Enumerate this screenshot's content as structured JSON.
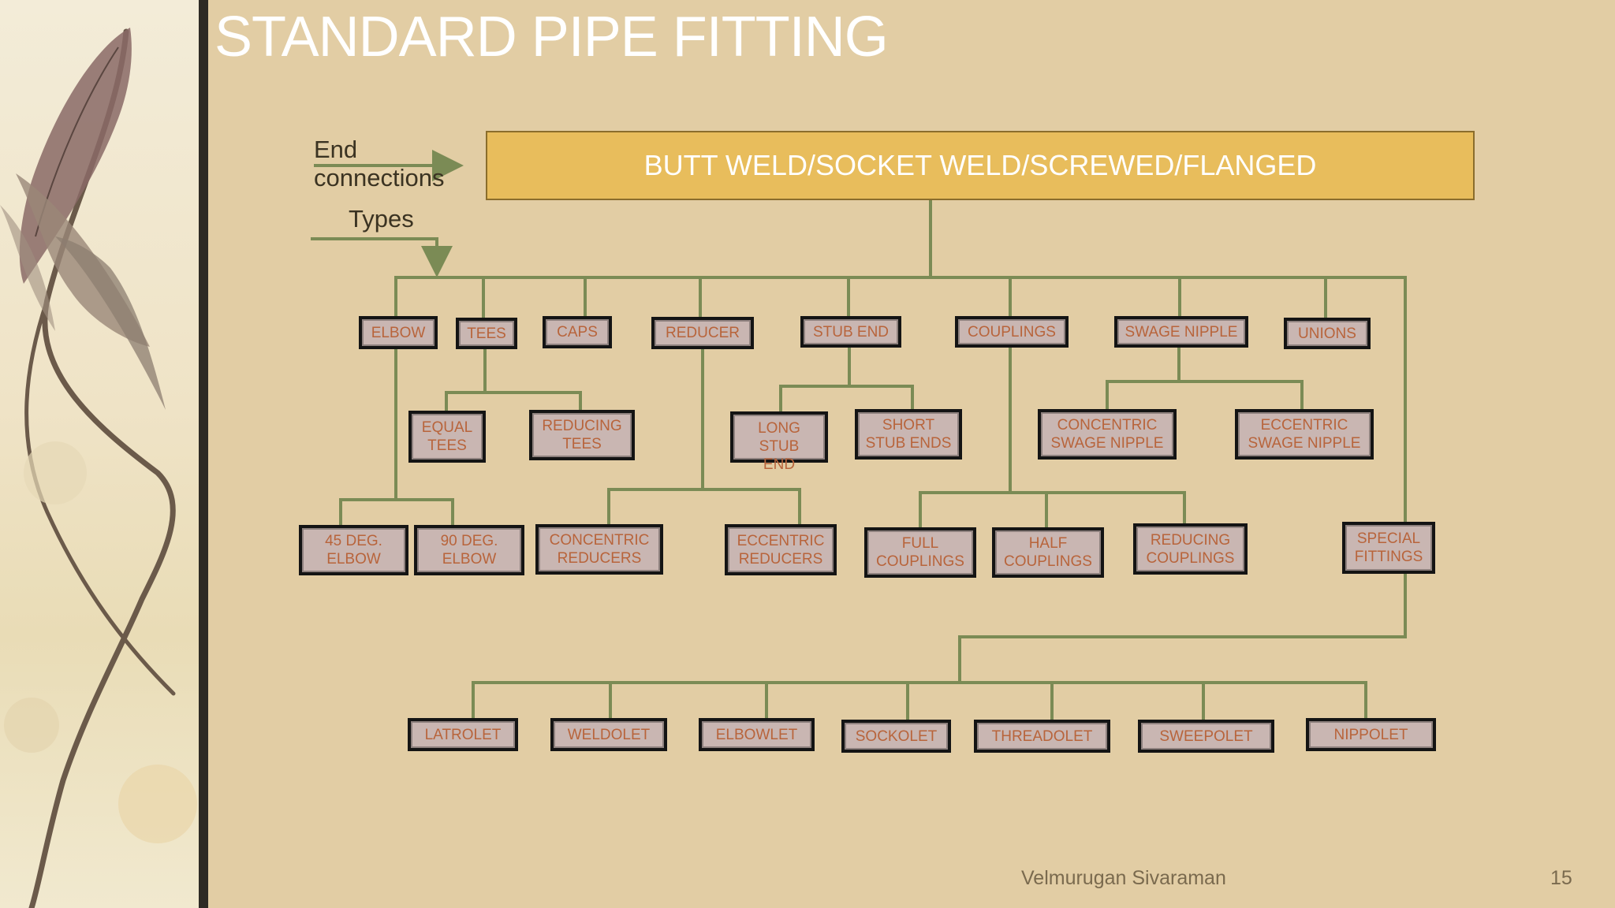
{
  "slide": {
    "title": "STANDARD PIPE FITTING",
    "side_labels": {
      "end_connections_line1": "End",
      "end_connections_line2": "connections",
      "types": "Types"
    },
    "top_box": "BUTT WELD/SOCKET WELD/SCREWED/FLANGED",
    "types": [
      "ELBOW",
      "TEES",
      "CAPS",
      "REDUCER",
      "STUB END",
      "COUPLINGS",
      "SWAGE NIPPLE",
      "UNIONS"
    ],
    "subtypes": {
      "equal_tees": "EQUAL\nTEES",
      "reducing_tees": "REDUCING\nTEES",
      "long_stub_end": "LONG\nSTUB\nEND",
      "short_stub_ends": "SHORT\nSTUB ENDS",
      "concentric_swage_nipple": "CONCENTRIC\nSWAGE NIPPLE",
      "eccentric_swage_nipple": "ECCENTRIC\nSWAGE NIPPLE",
      "elbow_45": "45 DEG.\nELBOW",
      "elbow_90": "90 DEG.\nELBOW",
      "concentric_reducers": "CONCENTRIC\nREDUCERS",
      "eccentric_reducers": "ECCENTRIC\nREDUCERS",
      "full_couplings": "FULL\nCOUPLINGS",
      "half_couplings": "HALF\nCOUPLINGS",
      "reducing_couplings": "REDUCING\nCOUPLINGS",
      "special_fittings": "SPECIAL\nFITTINGS"
    },
    "olets": [
      "LATROLET",
      "WELDOLET",
      "ELBOWLET",
      "SOCKOLET",
      "THREADOLET",
      "SWEEPOLET",
      "NIPPOLET"
    ],
    "footer": {
      "author": "Velmurugan Sivaraman",
      "page": "15"
    },
    "colors": {
      "background": "#e2cda4",
      "top_box": "#e8bd5c",
      "node_fill": "#c9b6b2",
      "node_text": "#b8643b",
      "connector": "#7b8b55",
      "title": "#ffffff"
    }
  }
}
